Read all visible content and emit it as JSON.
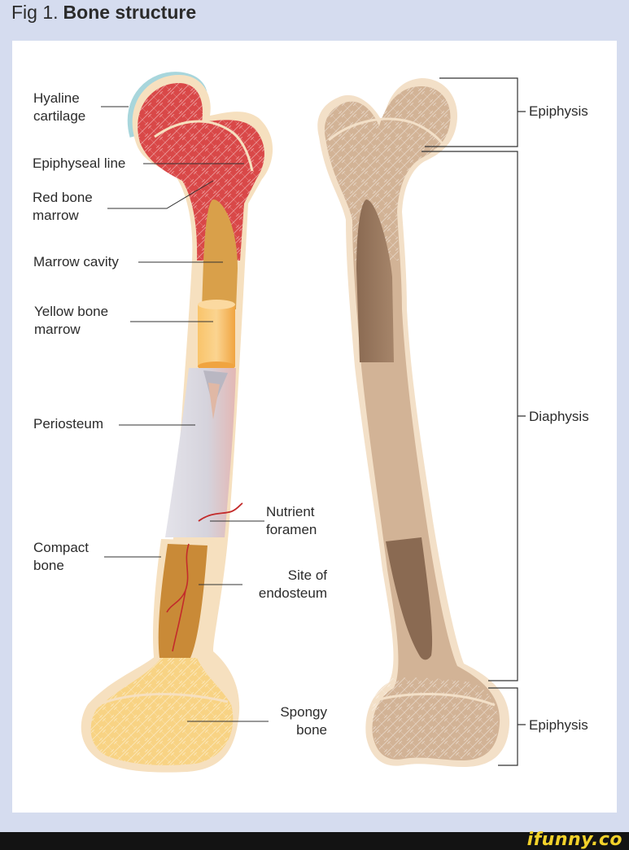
{
  "figure": {
    "number": "Fig 1.",
    "title": "Bone structure"
  },
  "labels": {
    "hyaline_cartilage": "Hyaline\ncartilage",
    "epiphyseal_line": "Epiphyseal line",
    "red_bone_marrow": "Red bone\nmarrow",
    "marrow_cavity": "Marrow cavity",
    "yellow_bone_marrow": "Yellow bone\nmarrow",
    "periosteum": "Periosteum",
    "compact_bone": "Compact\nbone",
    "nutrient_foramen": "Nutrient\nforamen",
    "site_of_endosteum": "Site of\nendosteum",
    "spongy_bone": "Spongy\nbone",
    "epiphysis_top": "Epiphysis",
    "diaphysis": "Diaphysis",
    "epiphysis_bottom": "Epiphysis"
  },
  "watermark": "ifunny.co",
  "colors": {
    "background": "#d5dcef",
    "red_marrow": "#d94848",
    "yellow_marrow": "#f5b758",
    "spongy_bone": "#f8d384",
    "bone_outline": "#f6e0bf",
    "periosteum": "#d8d6de",
    "right_bone": "#d2b396",
    "right_cavity": "#8a6a52"
  }
}
